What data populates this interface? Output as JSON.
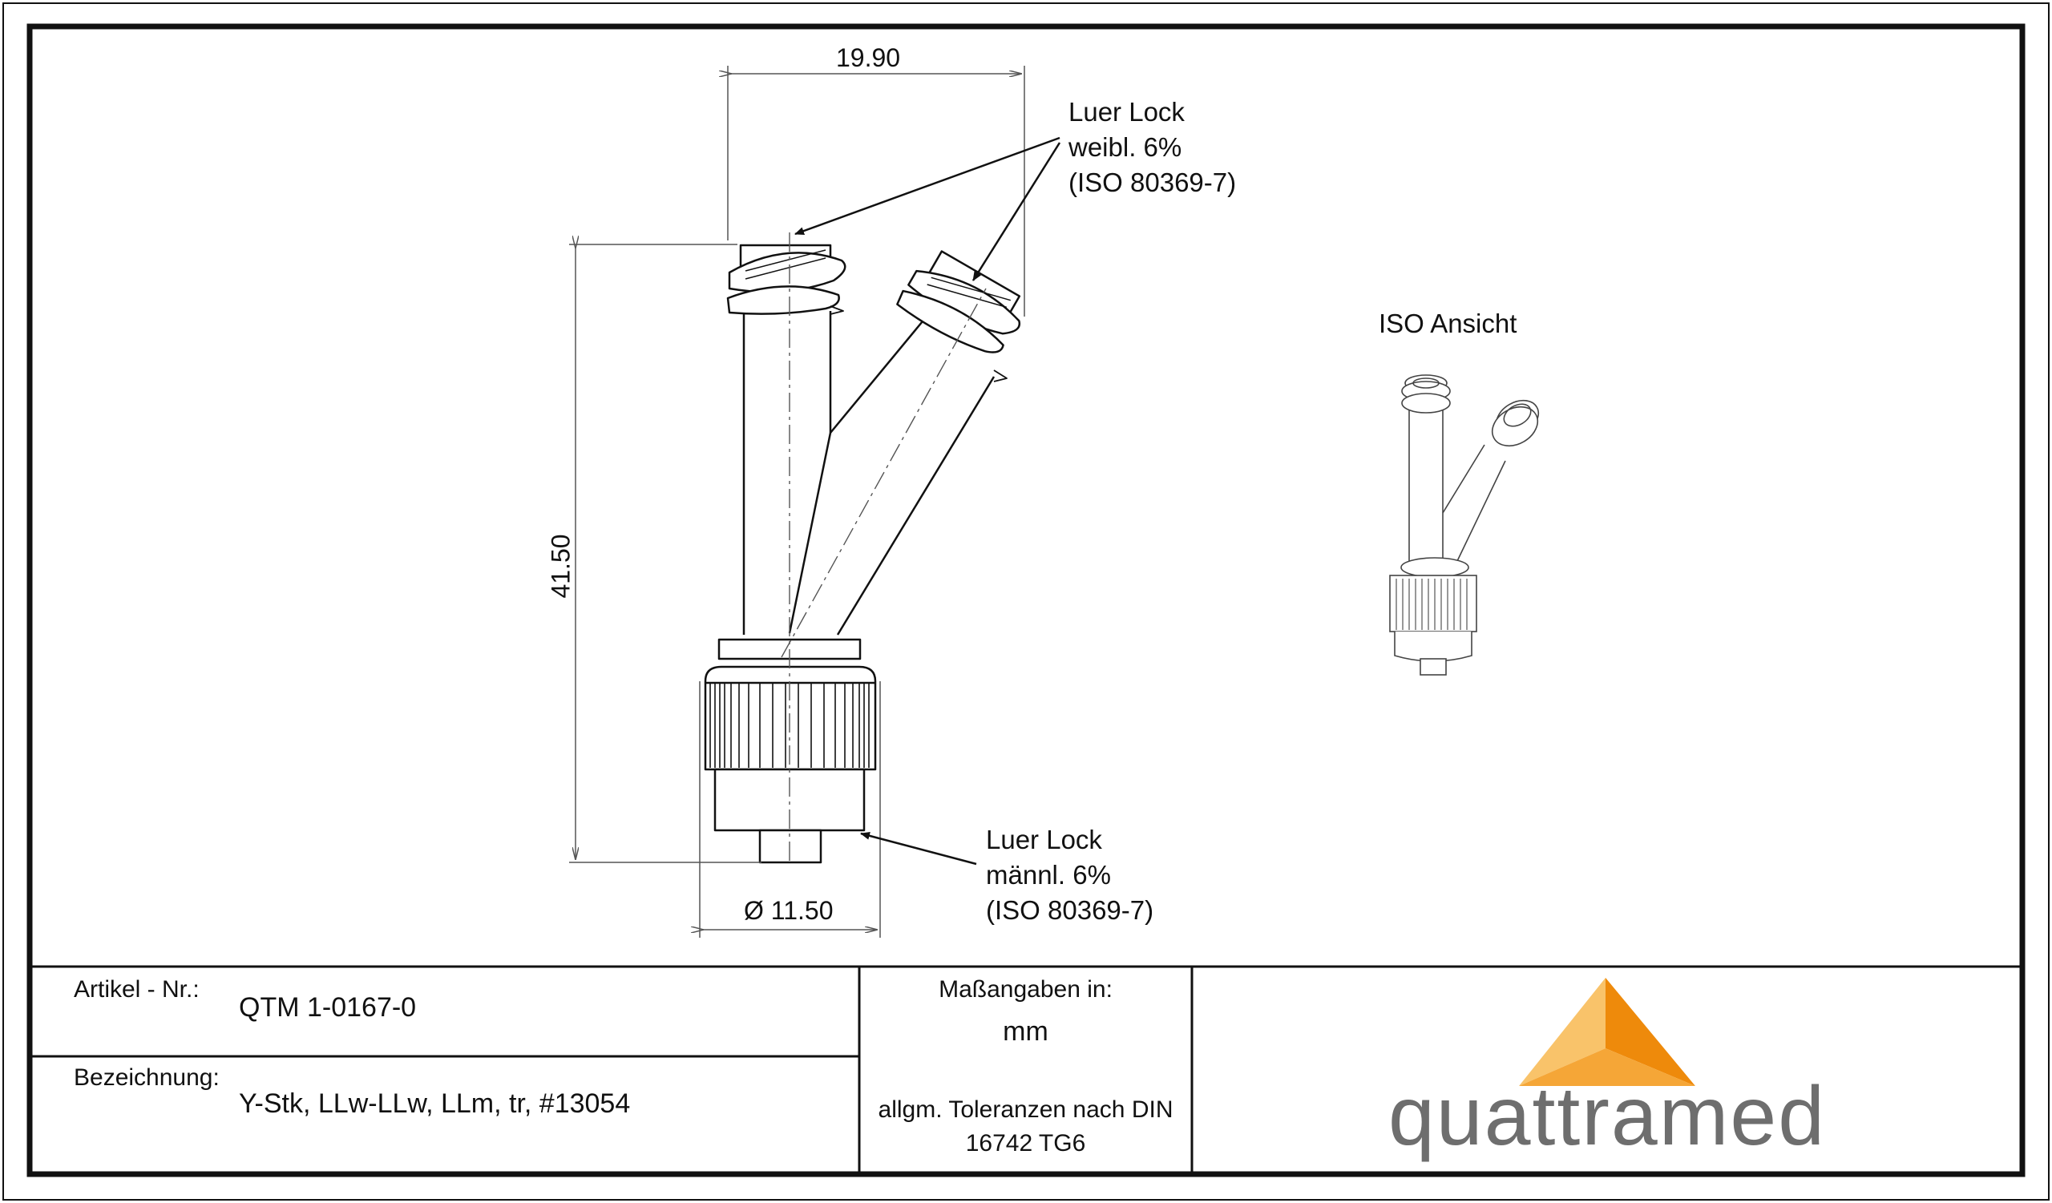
{
  "drawing": {
    "dimensions": {
      "top_width": "19.90",
      "height": "41.50",
      "bottom_diameter": "Ø 11.50"
    },
    "callout_top": [
      "Luer Lock",
      "weibl. 6%",
      "(ISO 80369-7)"
    ],
    "callout_bottom": [
      "Luer Lock",
      "männl. 6%",
      "(ISO 80369-7)"
    ],
    "iso_label": "ISO Ansicht"
  },
  "title_block": {
    "article_label": "Artikel - Nr.:",
    "article_value": "QTM 1-0167-0",
    "designation_label": "Bezeichnung:",
    "designation_value": "Y-Stk, LLw-LLw, LLm, tr, #13054",
    "units_label": "Maßangaben in:",
    "units_value": "mm",
    "tolerance_line1": "allgm. Toleranzen nach DIN",
    "tolerance_line2": "16742 TG6"
  },
  "logo": {
    "name": "quattramed",
    "colors": {
      "triangle_light": "#F9C36A",
      "triangle_mid": "#F5A637",
      "triangle_dark": "#EE8A0B",
      "text": "#6e6e6e"
    }
  }
}
